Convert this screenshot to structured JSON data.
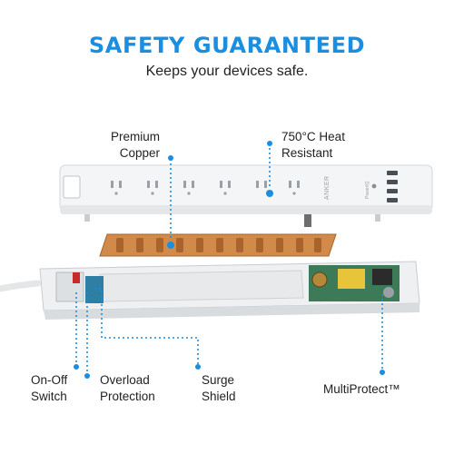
{
  "header": {
    "title": "SAFETY GUARANTEED",
    "subtitle": "Keeps your devices safe."
  },
  "callouts": {
    "copper": {
      "line1": "Premium",
      "line2": "Copper"
    },
    "heat": {
      "line1": "750°C Heat",
      "line2": "Resistant"
    },
    "switch": {
      "line1": "On-Off",
      "line2": "Switch"
    },
    "overload": {
      "line1": "Overload",
      "line2": "Protection"
    },
    "surge": {
      "line1": "Surge",
      "line2": "Shield"
    },
    "multiprotect": {
      "line1": "MultiProtect™"
    }
  },
  "product": {
    "brand_mark": "ANKER",
    "usb_label": "PowerIQ"
  },
  "colors": {
    "accent": "#1a8ee0",
    "copper": "#d18a4a",
    "strip_white": "#f4f5f6",
    "pcb_green": "#3d7a57"
  }
}
